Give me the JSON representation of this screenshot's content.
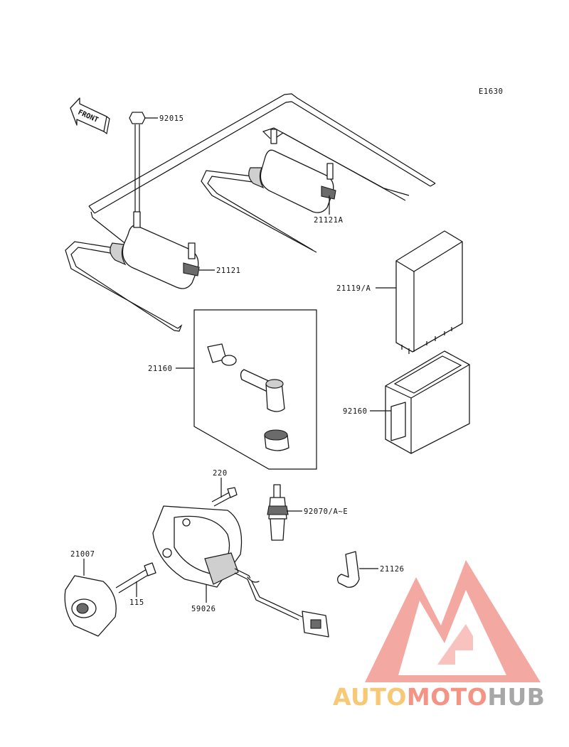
{
  "diagram": {
    "code": "E1630",
    "front_label": "FRONT",
    "callouts": [
      {
        "id": "92015",
        "text": "92015"
      },
      {
        "id": "21121A",
        "text": "21121A"
      },
      {
        "id": "21121",
        "text": "21121"
      },
      {
        "id": "21119A",
        "text": "21119/A"
      },
      {
        "id": "21160",
        "text": "21160"
      },
      {
        "id": "92160",
        "text": "92160"
      },
      {
        "id": "220",
        "text": "220"
      },
      {
        "id": "92070",
        "text": "92070/A~E"
      },
      {
        "id": "21007",
        "text": "21007"
      },
      {
        "id": "115",
        "text": "115"
      },
      {
        "id": "21126",
        "text": "21126"
      },
      {
        "id": "59026",
        "text": "59026"
      }
    ]
  },
  "watermark": {
    "part1": "AUTO",
    "part2": "MOTO",
    "part3": "HUB",
    "colors": {
      "auto": "#f7c46a",
      "moto": "#f28b7a",
      "hub": "#a0a0a0",
      "triangle": "#f3a29a"
    }
  }
}
